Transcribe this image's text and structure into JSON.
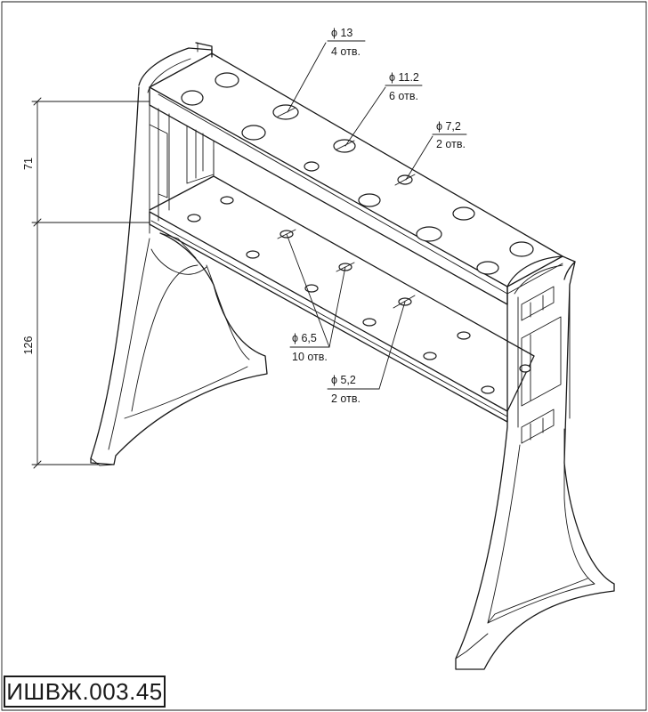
{
  "drawing": {
    "designation": "ИШВЖ.003.45",
    "dimensions": {
      "upper_height": "71",
      "lower_height": "126"
    },
    "callouts": [
      {
        "diameter": "ϕ 13",
        "count": "4 отв."
      },
      {
        "diameter": "ϕ 11.2",
        "count": "6 отв."
      },
      {
        "diameter": "ϕ 7,2",
        "count": "2 отв."
      },
      {
        "diameter": "ϕ 6,5",
        "count": "10 отв."
      },
      {
        "diameter": "ϕ 5,2",
        "count": "2 отв."
      }
    ],
    "colors": {
      "ink": "#1a1a1a",
      "paper": "#ffffff"
    }
  }
}
